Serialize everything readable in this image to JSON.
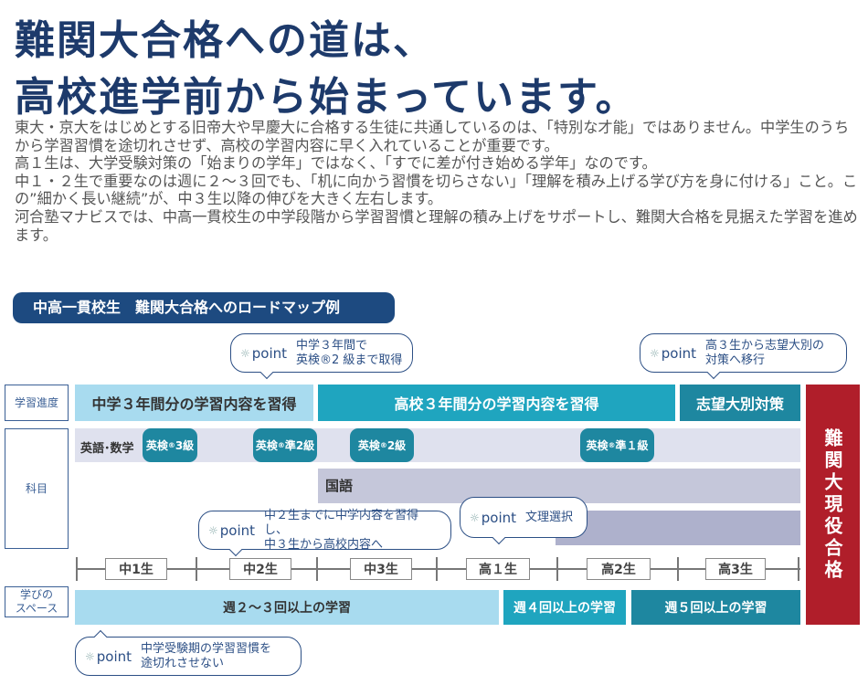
{
  "headline": {
    "line1": "難関大合格への道は、",
    "line2": "高校進学前から始まっています。"
  },
  "body": [
    "東大・京大をはじめとする旧帝大や早慶大に合格する生徒に共通しているのは、「特別な才能」ではありません。中学生のうちから学習習慣を途切れさせず、高校の学習内容に早く入れていることが重要です。",
    "高１生は、大学受験対策の「始まりの学年」ではなく、「すでに差が付き始める学年」なのです。",
    "中１・２生で重要なのは週に２～３回でも、「机に向かう習慣を切らさない」「理解を積み上げる学び方を身に付ける」こと。この”細かく長い継続”が、中３生以降の伸びを大きく左右します。",
    "河合塾マナビスでは、中高一貫校生の中学段階から学習習慣と理解の積み上げをサポートし、難関大合格を見据えた学習を進めます。"
  ],
  "roadmap_title": "中高一貫校生　難関大合格へのロードマップ例",
  "row_labels": {
    "progress": "学習進度",
    "subjects": "科目",
    "space_1": "学びの",
    "space_2": "スペース"
  },
  "progress": [
    "中学３年間分の学習内容を習得",
    "高校３年間分の学習内容を習得",
    "志望大別対策"
  ],
  "subjects": {
    "eng_math": "英語･数学",
    "japanese": "国語",
    "badges": [
      {
        "a": "英検",
        "r": "®",
        "b": "3級"
      },
      {
        "a": "英検",
        "r": "®",
        "b": "準2級"
      },
      {
        "a": "英検",
        "r": "®",
        "b": "2級"
      },
      {
        "a": "英検",
        "r": "®",
        "b": "準１級"
      }
    ]
  },
  "years": [
    "中1生",
    "中2生",
    "中3生",
    "高１生",
    "高2生",
    "高3生"
  ],
  "space": [
    "週２～３回以上の学習",
    "週４回以上の学習",
    "週５回以上の学習"
  ],
  "goal": "難関大現役合格",
  "point_label": "point",
  "points": [
    [
      "中学３年間で",
      "英検®2 級まで取得"
    ],
    [
      "高３生から志望大別の",
      "対策へ移行"
    ],
    [
      "中２生までに中学内容を習得し、",
      "中３生から高校内容へ"
    ],
    [
      "文理選択",
      ""
    ],
    [
      "中学受験期の学習習慣を",
      "途切れさせない"
    ]
  ],
  "colors": {
    "navy": "#1d4a80",
    "light": "#a8dbef",
    "teal": "#1fa5bf",
    "dark_teal": "#1e87a0",
    "red": "#b01e2a"
  }
}
